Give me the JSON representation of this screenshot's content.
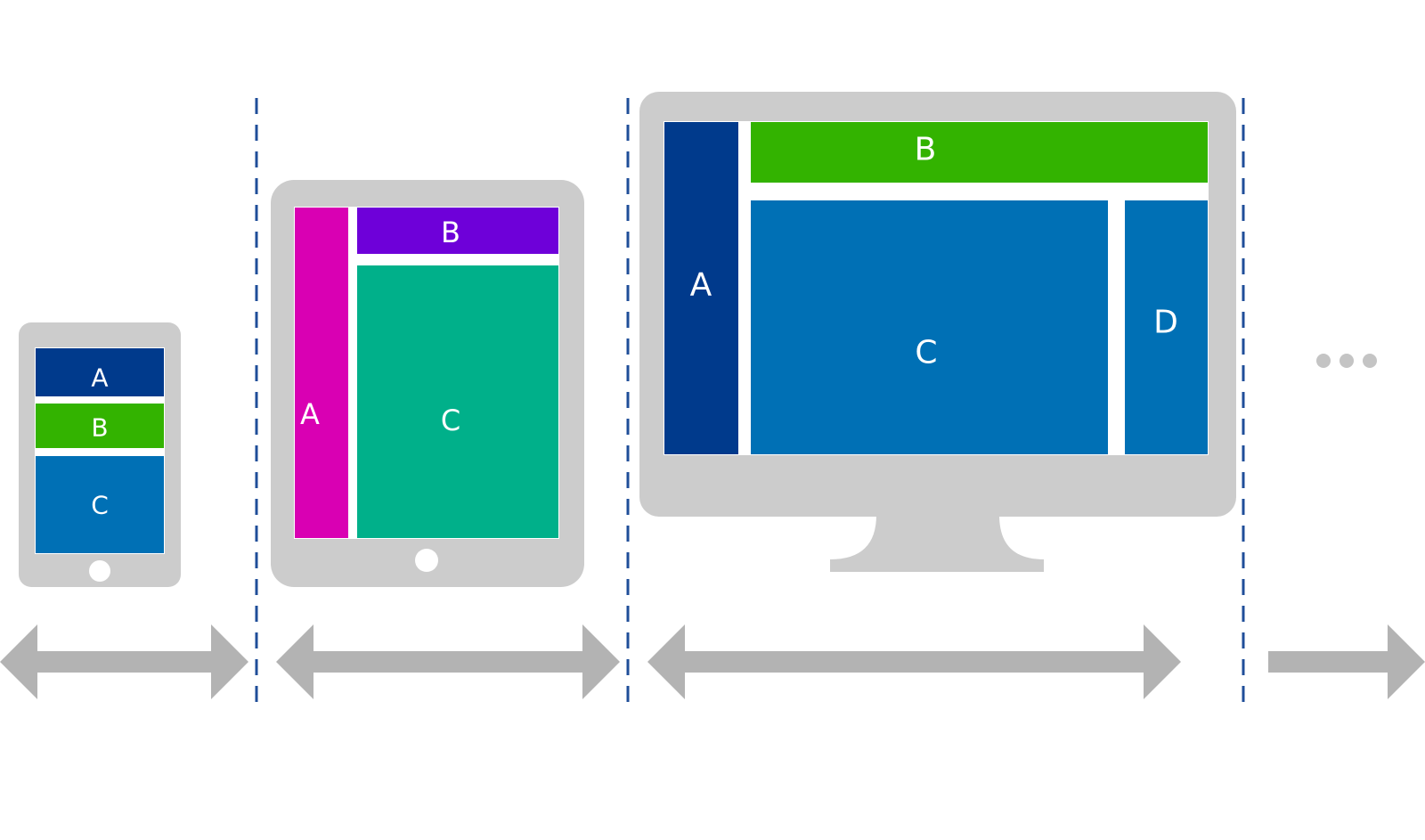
{
  "colors": {
    "device": "#cccccc",
    "arrow": "#b3b3b3",
    "breakpoint_line": "#1f4e99",
    "navy": "#003a8c",
    "green": "#33b300",
    "blue": "#0070b5",
    "magenta": "#d900b3",
    "purple": "#6e00d9",
    "teal": "#00b08a",
    "white": "#ffffff",
    "dots": "#c4c4c4"
  },
  "phone": {
    "regions": [
      {
        "label": "A",
        "color": "navy"
      },
      {
        "label": "B",
        "color": "green"
      },
      {
        "label": "C",
        "color": "blue"
      }
    ]
  },
  "tablet": {
    "regions": [
      {
        "label": "A",
        "color": "magenta"
      },
      {
        "label": "B",
        "color": "purple"
      },
      {
        "label": "C",
        "color": "teal"
      }
    ]
  },
  "desktop": {
    "regions": [
      {
        "label": "A",
        "color": "navy"
      },
      {
        "label": "B",
        "color": "green"
      },
      {
        "label": "C",
        "color": "blue"
      },
      {
        "label": "D",
        "color": "blue"
      }
    ]
  },
  "arrows": [
    {
      "icon": "double-arrow-icon"
    },
    {
      "icon": "double-arrow-icon"
    },
    {
      "icon": "double-arrow-icon"
    },
    {
      "icon": "right-arrow-icon"
    }
  ],
  "breakpoints": 3,
  "more_icon": "ellipsis-icon"
}
